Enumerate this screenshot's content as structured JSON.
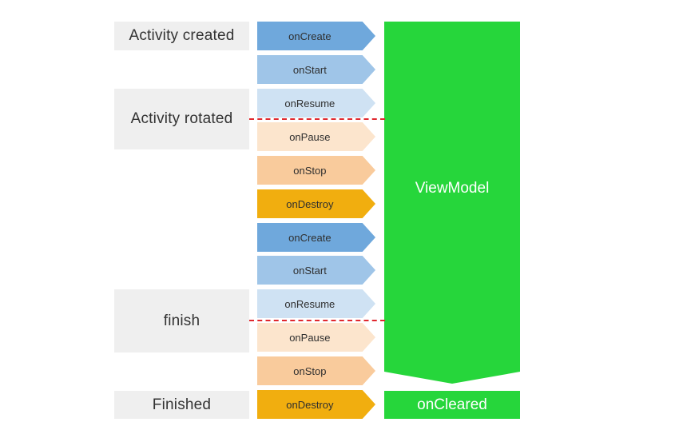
{
  "states": {
    "activity_created": "Activity created",
    "activity_rotated": "Activity rotated",
    "finish": "finish",
    "finished": "Finished"
  },
  "lifecycle": [
    {
      "label": "onCreate",
      "color": "#6fa8dc"
    },
    {
      "label": "onStart",
      "color": "#9fc5e8"
    },
    {
      "label": "onResume",
      "color": "#cfe2f3"
    },
    {
      "label": "onPause",
      "color": "#fce5cd"
    },
    {
      "label": "onStop",
      "color": "#f9cb9c"
    },
    {
      "label": "onDestroy",
      "color": "#f1ae0f"
    },
    {
      "label": "onCreate",
      "color": "#6fa8dc"
    },
    {
      "label": "onStart",
      "color": "#9fc5e8"
    },
    {
      "label": "onResume",
      "color": "#cfe2f3"
    },
    {
      "label": "onPause",
      "color": "#fce5cd"
    },
    {
      "label": "onStop",
      "color": "#f9cb9c"
    },
    {
      "label": "onDestroy",
      "color": "#f1ae0f"
    }
  ],
  "viewmodel": {
    "label": "ViewModel",
    "cleared_label": "onCleared",
    "color": "#26d63b"
  },
  "marker_color": "#e0282e"
}
